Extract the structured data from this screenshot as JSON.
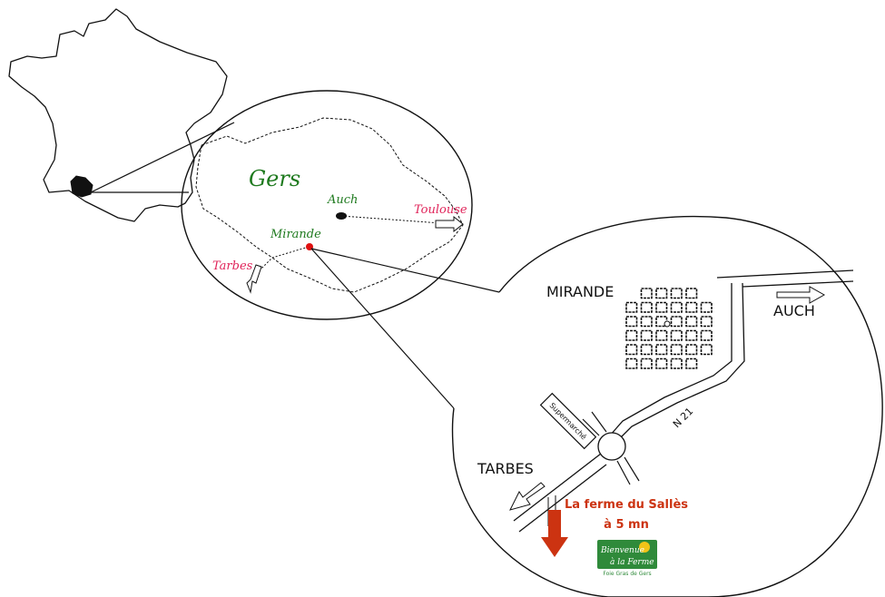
{
  "regional_map": {
    "region_label": "Gers",
    "cities": {
      "auch": "Auch",
      "mirande": "Mirande",
      "toulouse": "Toulouse",
      "tarbes": "Tarbes"
    }
  },
  "local_map": {
    "town_label": "MIRANDE",
    "auch_label": "AUCH",
    "tarbes_label": "TARBES",
    "road_label": "N 21",
    "supermarket_label": "Supermarché",
    "farm_label_line1": "La ferme du Sallès",
    "farm_label_line2": "à 5 mn",
    "logo": {
      "line1": "Bienvenue",
      "line2": "à la Ferme",
      "caption": "Foie Gras de Gers"
    }
  },
  "colors": {
    "region_green": "#1f7a1f",
    "city_red": "#e0245a",
    "farm_red": "#cc3311",
    "logo_green": "#2f8a3a"
  }
}
